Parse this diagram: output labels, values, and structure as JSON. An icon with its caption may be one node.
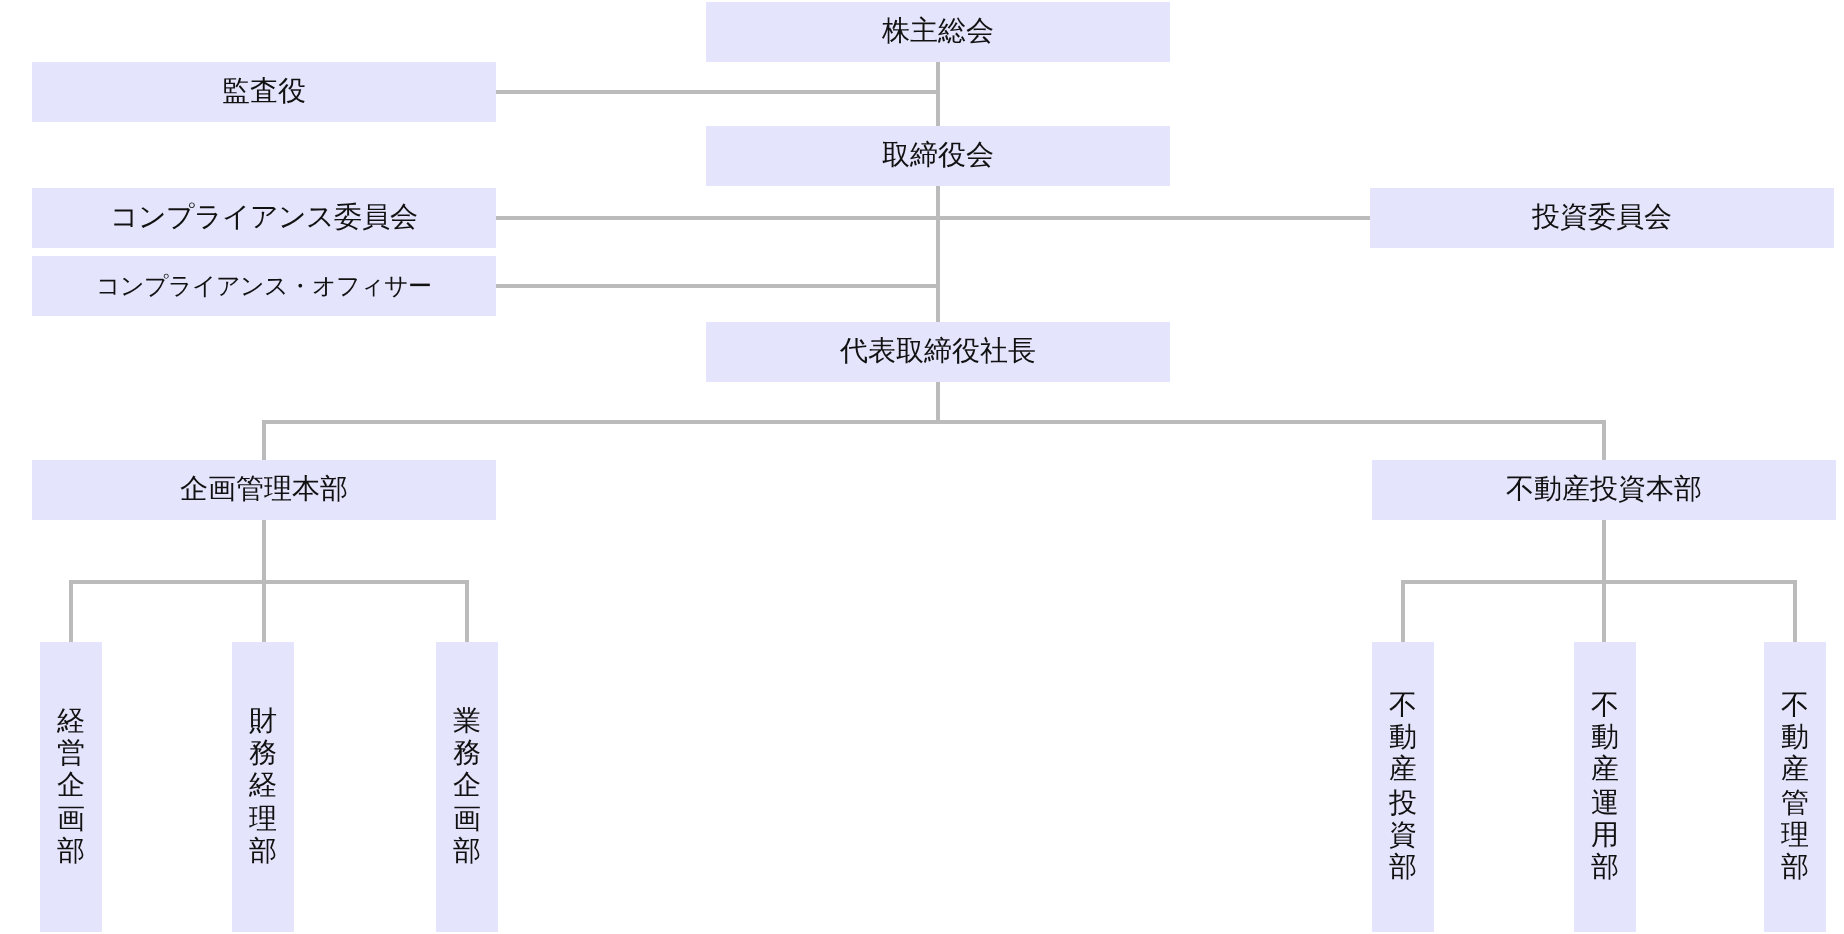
{
  "diagram": {
    "nodes": [
      {
        "text": [
          "株主総会"
        ]
      },
      {
        "text": [
          "監査役"
        ]
      },
      {
        "text": [
          "取締役会"
        ]
      },
      {
        "text": [
          "コンプライアンス委員会"
        ]
      },
      {
        "text": [
          "投資委員会"
        ]
      },
      {
        "text": [
          "コンプライアンス・オフィサー"
        ]
      },
      {
        "text": [
          "代表取締役社長"
        ]
      },
      {
        "text": [
          "企画管理本部"
        ]
      },
      {
        "text": [
          "不動産投資本部"
        ]
      },
      {
        "text": [
          "経営企画部"
        ]
      },
      {
        "text": [
          "財務経理部"
        ]
      },
      {
        "text": [
          "業務企画部"
        ]
      },
      {
        "text": [
          "不動産投資部"
        ]
      },
      {
        "text": [
          "不動産運用部"
        ]
      },
      {
        "text": [
          "不動産管理部"
        ]
      }
    ],
    "edges": [
      {
        "from": 0,
        "to": 1,
        "arrow": "none"
      },
      {
        "from": 0,
        "to": 2,
        "arrow": "none"
      },
      {
        "from": 2,
        "to": 3,
        "arrow": "none"
      },
      {
        "from": 2,
        "to": 4,
        "arrow": "none"
      },
      {
        "from": 2,
        "to": 5,
        "arrow": "none"
      },
      {
        "from": 2,
        "to": 6,
        "arrow": "none"
      },
      {
        "from": 6,
        "to": 7,
        "arrow": "none"
      },
      {
        "from": 6,
        "to": 8,
        "arrow": "none"
      },
      {
        "from": 7,
        "to": 9,
        "arrow": "none"
      },
      {
        "from": 7,
        "to": 10,
        "arrow": "none"
      },
      {
        "from": 7,
        "to": 11,
        "arrow": "none"
      },
      {
        "from": 8,
        "to": 12,
        "arrow": "none"
      },
      {
        "from": 8,
        "to": 13,
        "arrow": "none"
      },
      {
        "from": 8,
        "to": 14,
        "arrow": "none"
      }
    ]
  }
}
